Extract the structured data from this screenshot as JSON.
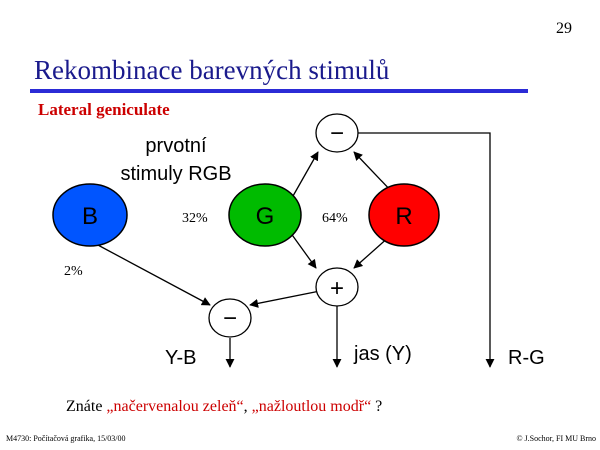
{
  "page_number": "29",
  "title": "Rekombinace barevných stimulů",
  "subtitle": "Lateral geniculate",
  "diagram": {
    "primary_label_line1": "prvotní",
    "primary_label_line2": "stimuly RGB",
    "node_b": "B",
    "node_g": "G",
    "node_r": "R",
    "op_top": "−",
    "op_middle": "+",
    "op_bottom": "−",
    "pct_g": "32%",
    "pct_r": "64%",
    "pct_b": "2%",
    "out_yb": "Y-B",
    "out_y": "jas (Y)",
    "out_rg": "R-G",
    "colors": {
      "blue": "#0055ff",
      "green": "#00bb00",
      "red": "#ff0000"
    }
  },
  "question": {
    "prefix": "Znáte ",
    "part1": "„načervenalou zeleň“",
    "sep": ", ",
    "part2": "„nažloutlou modř“",
    "suffix": " ?"
  },
  "footer": {
    "left": "M4730: Počítačová grafika, 15/03/00",
    "right": "© J.Sochor, FI MU Brno"
  }
}
